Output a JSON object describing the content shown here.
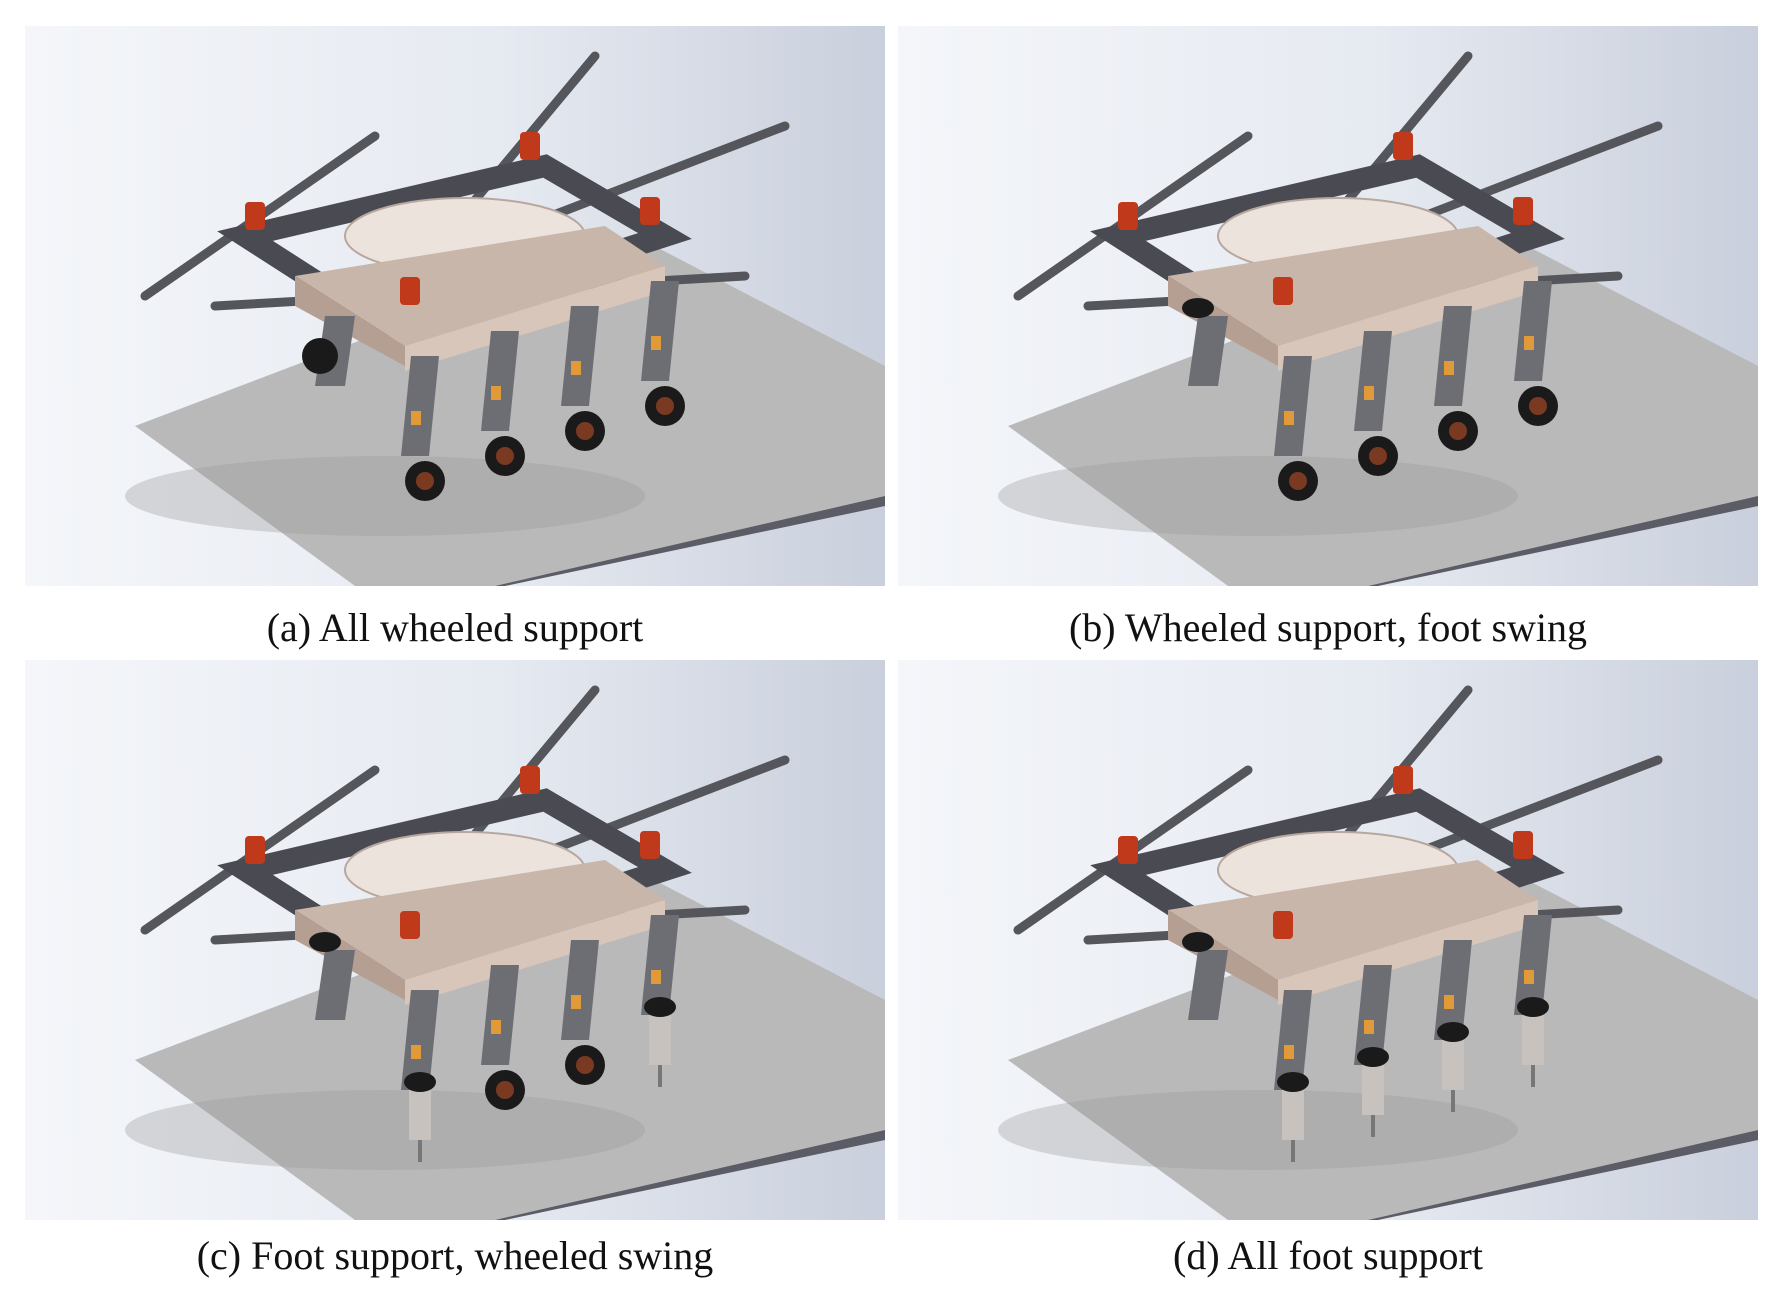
{
  "figure": {
    "panels": [
      {
        "id": "a",
        "caption": "(a) All wheeled support",
        "wheels_down": [
          true,
          true,
          true,
          true
        ],
        "wheels_up": false
      },
      {
        "id": "b",
        "caption": "(b) Wheeled support, foot swing",
        "wheels_down": [
          true,
          true,
          true,
          true
        ],
        "wheels_up": true
      },
      {
        "id": "c",
        "caption": "(c) Foot support, wheeled swing",
        "wheels_down": [
          false,
          true,
          true,
          false
        ],
        "wheels_up": true
      },
      {
        "id": "d",
        "caption": "(d) All foot support",
        "wheels_down": [
          false,
          false,
          false,
          false
        ],
        "wheels_up": true
      }
    ]
  },
  "colors": {
    "background_light": "#f4f6fa",
    "background_shade": "#c9cfdc",
    "ground_plate": "#b9b9b9",
    "ground_edge": "#5c5c66",
    "rotor_arm": "#4a4a52",
    "motor": "#c0391b",
    "shell": "#ece3dd",
    "body": "#c9b6aa",
    "leg": "#6d6d74",
    "wheel": "#1a1a1a",
    "wheel_hub": "#7a3a22",
    "accent": "#e09a3a"
  }
}
